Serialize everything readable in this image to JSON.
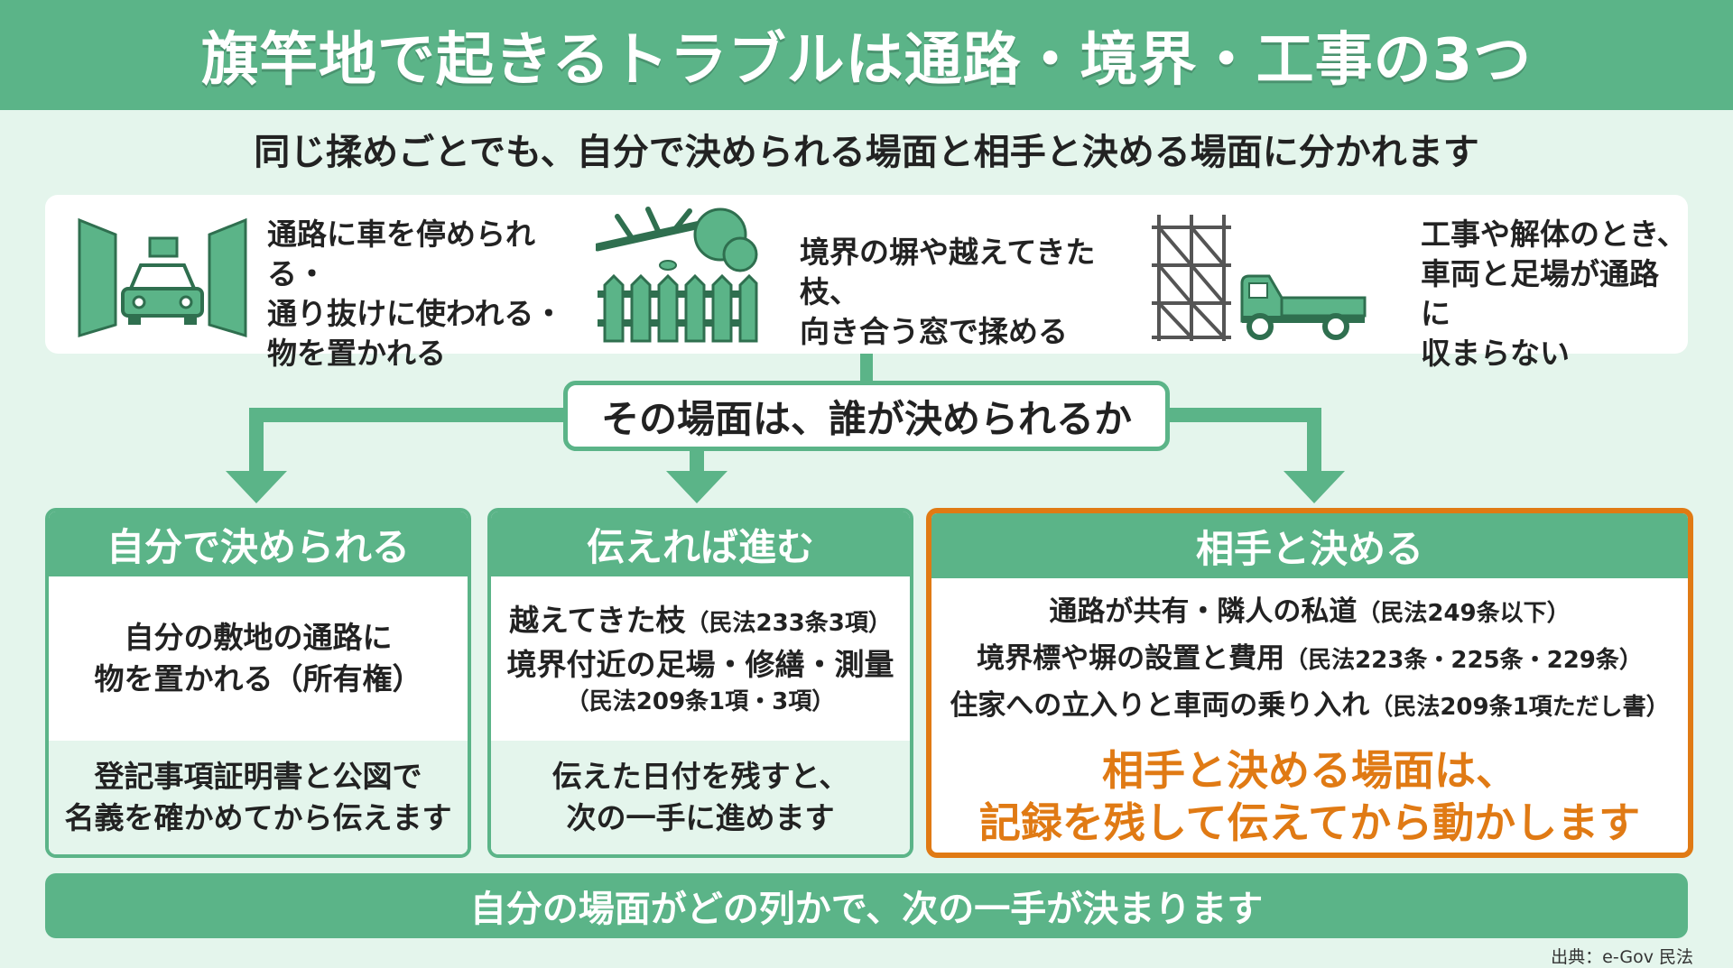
{
  "title": "旗竿地で起きるトラブルは通路・境界・工事の3つ",
  "subtitle": "同じ揉めごとでも、自分で決められる場面と相手と決める場面に分かれます",
  "scenarios": [
    {
      "icon": "car-in-passage-icon",
      "text": "通路に車を停められる・\n通り抜けに使われる・\n物を置かれる"
    },
    {
      "icon": "fence-and-branch-icon",
      "text": "境界の塀や越えてきた枝、\n向き合う窓で揉める"
    },
    {
      "icon": "scaffold-and-truck-icon",
      "text": "工事や解体のとき、\n車両と足場が通路に\n収まらない"
    }
  ],
  "question": "その場面は、誰が決められるか",
  "columns": [
    {
      "heading": "自分で決められる",
      "body": [
        "自分の敷地の通路に",
        "物を置かれる（所有権）"
      ],
      "footer": [
        "登記事項証明書と公図で",
        "名義を確かめてから伝えます"
      ]
    },
    {
      "heading": "伝えれば進む",
      "items": [
        {
          "text": "越えてきた枝",
          "ref": "（民法233条3項）"
        },
        {
          "text": "境界付近の足場・修繕・測量",
          "ref": ""
        }
      ],
      "extra_ref": "（民法209条1項・3項）",
      "footer": [
        "伝えた日付を残すと、",
        "次の一手に進めます"
      ]
    },
    {
      "heading": "相手と決める",
      "items": [
        {
          "text": "通路が共有・隣人の私道",
          "ref": "（民法249条以下）"
        },
        {
          "text": "境界標や塀の設置と費用",
          "ref": "（民法223条・225条・229条）"
        },
        {
          "text": "住家への立入りと車両の乗り入れ",
          "ref": "（民法209条1項ただし書）"
        }
      ],
      "footer": [
        "相手と決める場面は、",
        "記録を残して伝えてから動かします"
      ]
    }
  ],
  "bottom_banner": "自分の場面がどの列かで、次の一手が決まります",
  "source": "出典：e-Gov 民法",
  "colors": {
    "green": "#5bb488",
    "light_green": "#e4f5ec",
    "orange": "#e07a14"
  }
}
